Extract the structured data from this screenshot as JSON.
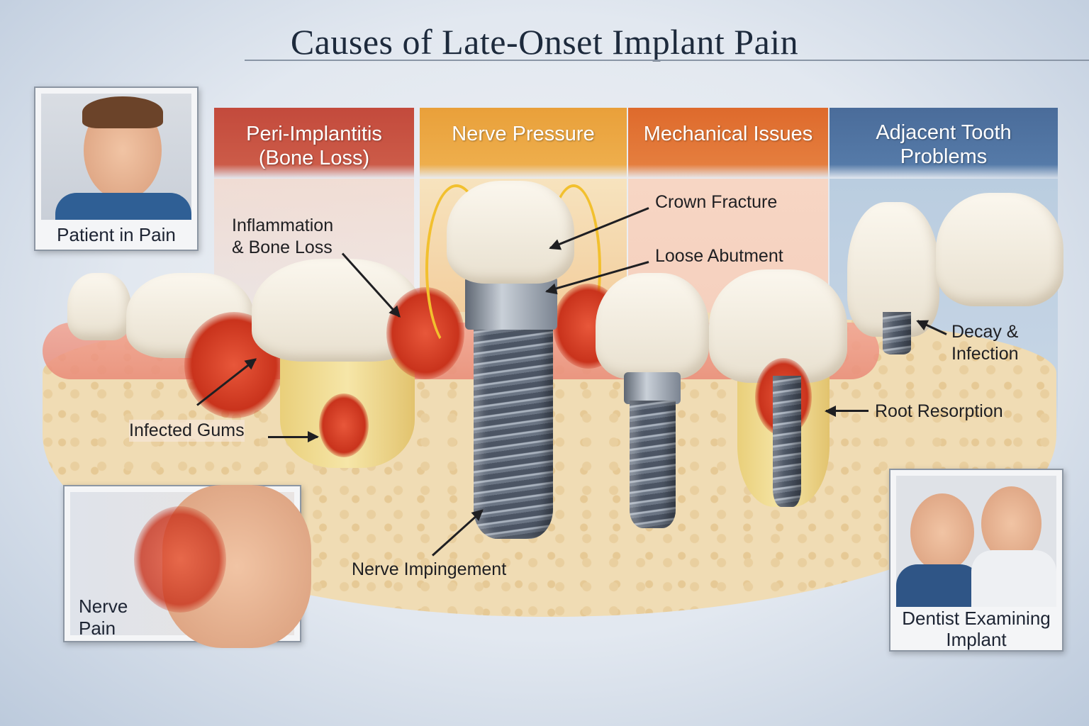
{
  "title": "Causes of Late-Onset Implant Pain",
  "categories": [
    {
      "id": "peri-implantitis",
      "line1": "Peri-Implantitis",
      "line2": "(Bone Loss)",
      "color": "#c34a3c"
    },
    {
      "id": "nerve-pressure",
      "line1": "Nerve Pressure",
      "line2": "",
      "color": "#e9a03a"
    },
    {
      "id": "mechanical-issues",
      "line1": "Mechanical Issues",
      "line2": "",
      "color": "#de6a2c"
    },
    {
      "id": "adjacent-tooth",
      "line1": "Adjacent Tooth",
      "line2": "Problems",
      "color": "#4a6c9a"
    }
  ],
  "labels": {
    "inflammation_line1": "Inflammation",
    "inflammation_line2": "& Bone Loss",
    "infected_gums": "Infected Gums",
    "crown_fracture": "Crown Fracture",
    "loose_abutment": "Loose Abutment",
    "nerve_impingement": "Nerve Impingement",
    "decay_line1": "Decay &",
    "decay_line2": "Infection",
    "root_resorption": "Root Resorption"
  },
  "cards": {
    "patient": {
      "caption": "Patient in Pain"
    },
    "nerve_pain": {
      "line1": "Nerve",
      "line2": "Pain"
    },
    "dentist": {
      "line1": "Dentist Examining",
      "line2": "Implant"
    }
  }
}
